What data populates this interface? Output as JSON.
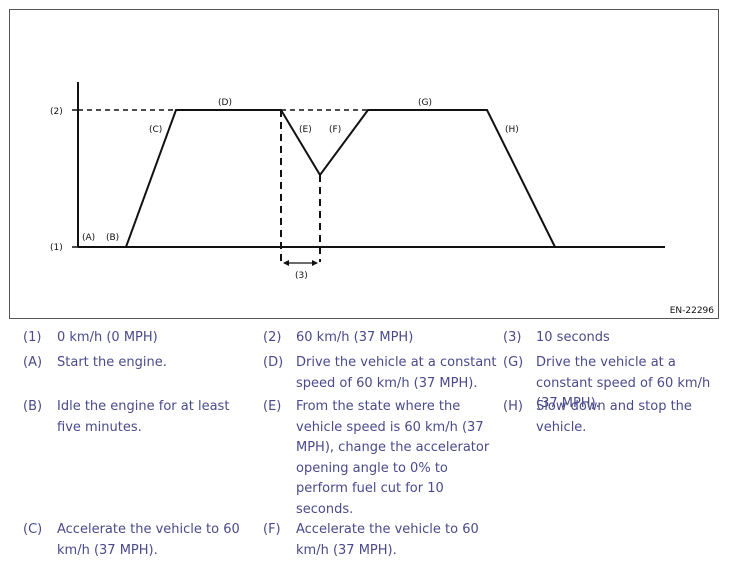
{
  "figure": {
    "id": "EN-22296",
    "labels": {
      "y_high": "(2)",
      "y_low": "(1)",
      "A": "(A)",
      "B": "(B)",
      "C": "(C)",
      "D": "(D)",
      "E": "(E)",
      "F": "(F)",
      "G": "(G)",
      "H": "(H)",
      "interval": "(3)"
    }
  },
  "legend": {
    "k1": "(1)",
    "t1": "0 km/h (0 MPH)",
    "k2": "(2)",
    "t2": "60 km/h (37 MPH)",
    "k3": "(3)",
    "t3": "10 seconds",
    "kA": "(A)",
    "tA": "Start the engine.",
    "kB": "(B)",
    "tB": "Idle the engine for at least five minutes.",
    "kC": "(C)",
    "tC": "Accelerate the vehicle to 60 km/h (37 MPH).",
    "kD": "(D)",
    "tD": "Drive the vehicle at a constant speed of 60 km/h (37 MPH).",
    "kE": "(E)",
    "tE": "From the state where the vehicle speed is 60 km/h (37 MPH), change the accelerator opening angle to 0% to perform fuel cut for 10 seconds.",
    "kF": "(F)",
    "tF": "Accelerate the vehicle to 60 km/h (37 MPH).",
    "kG": "(G)",
    "tG": "Drive the vehicle at a constant speed of 60 km/h (37 MPH).",
    "kH": "(H)",
    "tH": "Slow down and stop the vehicle."
  }
}
